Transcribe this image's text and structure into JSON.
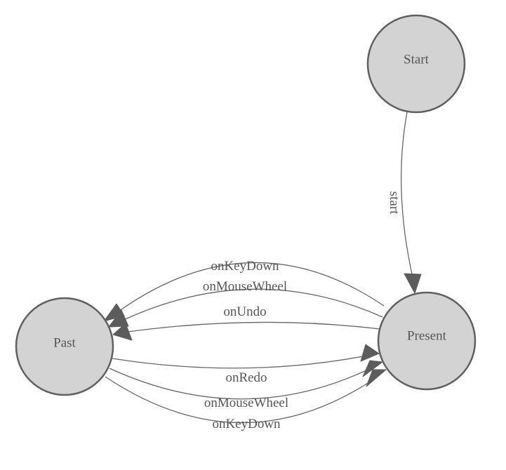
{
  "nodes": {
    "start": "Start",
    "present": "Present",
    "past": "Past"
  },
  "edges": {
    "start": "start",
    "undo": "onUndo",
    "mouse_wheel_back": "onMouseWheel",
    "key_down_back": "onKeyDown",
    "redo": "onRedo",
    "mouse_wheel_forward": "onMouseWheel",
    "key_down_forward": "onKeyDown"
  }
}
